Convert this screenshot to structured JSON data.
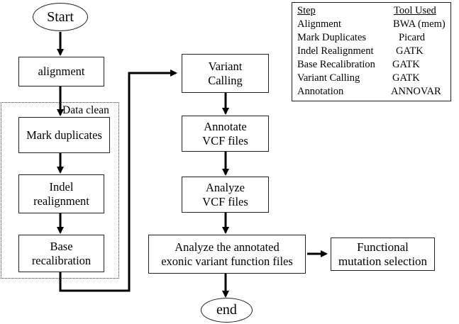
{
  "nodes": {
    "start": "Start",
    "alignment": "alignment",
    "data_clean": "Data clean",
    "mark_duplicates": "Mark duplicates",
    "indel_realignment": [
      "Indel",
      "realignment"
    ],
    "base_recalibration": [
      "Base",
      "recalibration"
    ],
    "variant_calling": [
      "Variant",
      "Calling"
    ],
    "annotate_vcf": [
      "Annotate",
      "VCF files"
    ],
    "analyze_vcf": [
      "Analyze",
      "VCF files"
    ],
    "analyze_annotated": [
      "Analyze the annotated",
      "exonic variant function files"
    ],
    "functional_selection": [
      "Functional",
      "mutation selection"
    ],
    "end": "end"
  },
  "legend": {
    "header_step": "Step",
    "header_tool": "Tool Used",
    "rows": [
      {
        "step": "Alignment",
        "tool": "BWA (mem)"
      },
      {
        "step": "Mark Duplicates",
        "tool": "Picard"
      },
      {
        "step": "Indel Realignment",
        "tool": "GATK"
      },
      {
        "step": "Base Recalibration",
        "tool": "GATK"
      },
      {
        "step": "Variant Calling",
        "tool": "GATK"
      },
      {
        "step": "Annotation",
        "tool": "ANNOVAR"
      }
    ]
  }
}
